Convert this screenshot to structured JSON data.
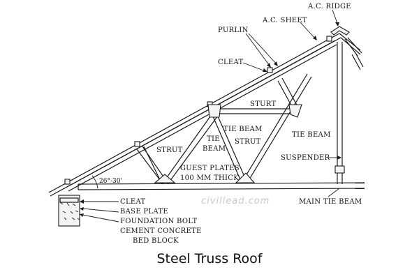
{
  "diagram": {
    "labels": {
      "ac_ridge": "A.C. RIDGE",
      "ac_sheet": "A.C. SHEET",
      "purlin": "PURLIN",
      "cleat_top": "CLEAT",
      "strut_upper": "STURT",
      "tie_beam_center": "TIE BEAM",
      "tie_beam_right": "TIE BEAM",
      "tie_left_1": "TIE",
      "tie_left_2": "BEAM",
      "strut_left": "STRUT",
      "strut_center": "STRUT",
      "suspender": "SUSPENDER",
      "guest_plates": "GUEST PLATES",
      "thickness": "100 MM THICK",
      "angle": "26°-30'",
      "main_tie_beam": "MAIN TIE BEAM",
      "cleat_bottom": "CLEAT",
      "base_plate": "BASE PLATE",
      "foundation_bolt": "FOUNDATION BOLT",
      "cement_concrete": "CEMENT CONCRETE",
      "bed_block": "BED BLOCK"
    },
    "watermark": "civillead.com",
    "caption": "Steel Truss Roof"
  }
}
